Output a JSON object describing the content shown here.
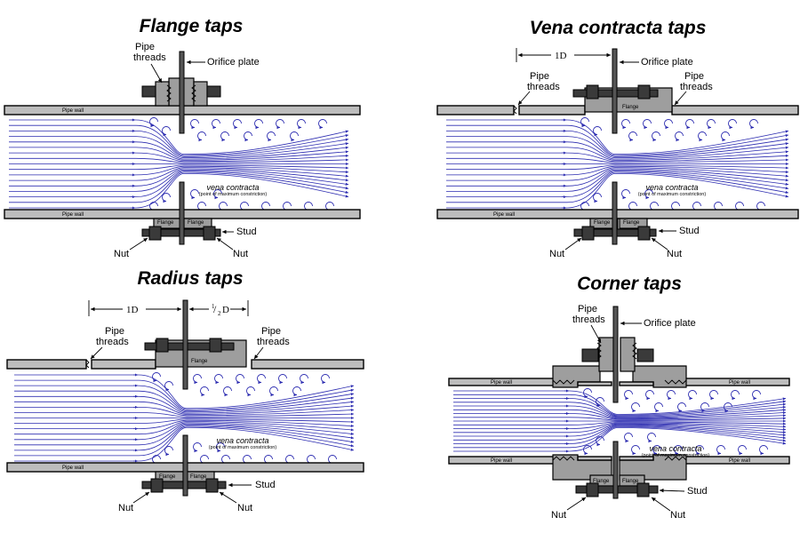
{
  "panels": {
    "flange": {
      "title": "Flange taps",
      "pipe_threads": [
        "Pipe",
        "threads"
      ],
      "orifice_plate": "Orifice plate",
      "pipe_wall_top": "Pipe wall",
      "pipe_wall_bottom": "Pipe wall",
      "vena_contracta": "vena contracta",
      "vena_contracta_note": "(point of maximum constriction)",
      "flange_left": "Flange",
      "flange_right": "Flange",
      "stud": "Stud",
      "nut_left": "Nut",
      "nut_right": "Nut"
    },
    "vena": {
      "title": "Vena contracta taps",
      "dim_upstream": "1D",
      "pipe_threads_left": [
        "Pipe",
        "threads"
      ],
      "pipe_threads_right": [
        "Pipe",
        "threads"
      ],
      "orifice_plate": "Orifice plate",
      "flange_top": "Flange",
      "pipe_wall_bottom": "Pipe wall",
      "vena_contracta": "vena contracta",
      "vena_contracta_note": "(point of maximum constriction)",
      "flange_left": "Flange",
      "flange_right": "Flange",
      "stud": "Stud",
      "nut_left": "Nut",
      "nut_right": "Nut"
    },
    "radius": {
      "title": "Radius taps",
      "dim_upstream": "1D",
      "dim_downstream_num": "1",
      "dim_downstream_den": "2",
      "dim_downstream_unit": "D",
      "pipe_threads_left": [
        "Pipe",
        "threads"
      ],
      "pipe_threads_right": [
        "Pipe",
        "threads"
      ],
      "flange_top": "Flange",
      "pipe_wall_bottom": "Pipe wall",
      "vena_contracta": "vena contracta",
      "vena_contracta_note": "(point of maximum constriction)",
      "flange_left": "Flange",
      "flange_right": "Flange",
      "stud": "Stud",
      "nut_left": "Nut",
      "nut_right": "Nut"
    },
    "corner": {
      "title": "Corner taps",
      "pipe_threads": [
        "Pipe",
        "threads"
      ],
      "orifice_plate": "Orifice plate",
      "pipe_wall_tl": "Pipe wall",
      "pipe_wall_tr": "Pipe wall",
      "pipe_wall_bl": "Pipe wall",
      "pipe_wall_br": "Pipe wall",
      "vena_contracta": "vena contracta",
      "vena_contracta_note": "(point of maximum constriction)",
      "flange_left": "Flange",
      "flange_right": "Flange",
      "stud": "Stud",
      "nut_left": "Nut",
      "nut_right": "Nut"
    }
  },
  "colors": {
    "flow_lines": "#2b2bb0",
    "pipe_fill": "#bdbdbd",
    "flange_fill": "#9e9e9e",
    "stud_fill": "#3a3a3a"
  }
}
